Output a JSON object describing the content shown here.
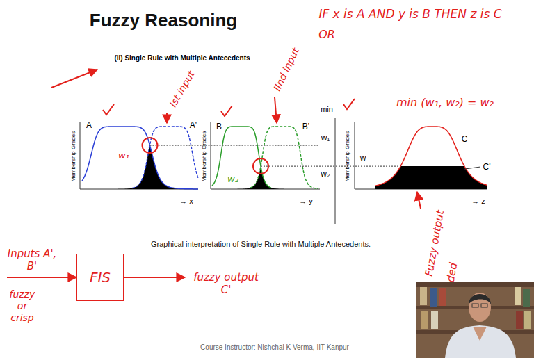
{
  "diagram": {
    "title": "Fuzzy Reasoning",
    "caption": "Graphical interpretation of Single Rule with Multiple Antecedents.",
    "nodes": [
      {
        "text": [
          "FIS"
        ]
      }
    ],
    "labels": [
      "IF x is A AND y is B THEN z is C",
      "OR",
      "(ii) Single Rule with Multiple Antecedents",
      "Ist input",
      "IInd input",
      "min",
      "min (w₁, w₂) = w₂",
      "A",
      "A'",
      "w₁",
      "B",
      "B'",
      "w₁",
      "w₂",
      "w₂",
      "w",
      "C",
      "C'",
      "→ x",
      "→ y",
      "→ z",
      "Membership Grades",
      "Membership Grades",
      "Membership Grades",
      "Inputs A', B'",
      "fuzzy or crisp",
      "fuzzy output C'",
      "Fuzzy output",
      "ded",
      "Course Instructor: Nishchal K Verma, IIT Kanpur"
    ]
  }
}
